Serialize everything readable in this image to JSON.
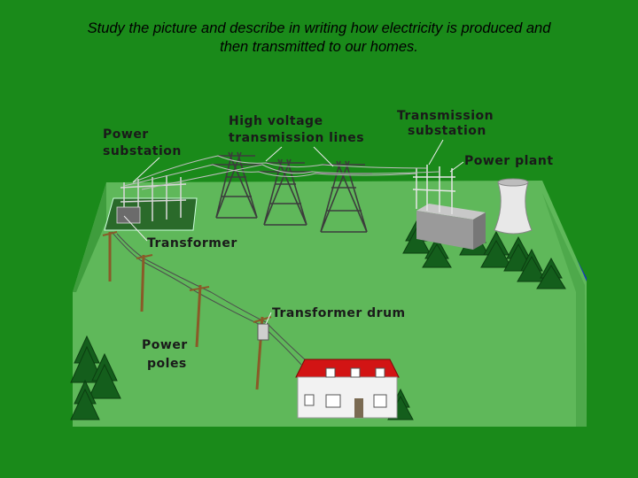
{
  "slide": {
    "instruction_line1": "Study the picture and describe in writing how electricity is produced and",
    "instruction_line2": "then transmitted to our homes."
  },
  "labels": {
    "power_substation": [
      "Power",
      "substation"
    ],
    "high_voltage_lines": [
      "High voltage",
      "transmission lines"
    ],
    "transmission_substation": [
      "Transmission",
      "substation"
    ],
    "power_plant": "Power plant",
    "transformer": "Transformer",
    "transformer_drum": "Transformer drum",
    "power_poles": [
      "Power",
      "poles"
    ]
  },
  "colors": {
    "background": "#1a8a1a",
    "ground_top": "#5fb85a",
    "ground_front": "#4aa346",
    "water": "#1533c8",
    "house_roof": "#d21414"
  }
}
